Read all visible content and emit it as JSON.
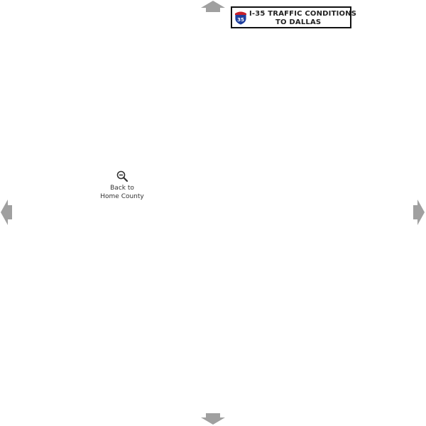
{
  "banner": {
    "interstate_number": "35",
    "title_line1": "I-35 TRAFFIC CONDITIONS",
    "title_line2": "TO DALLAS"
  },
  "zoom_link": {
    "line1": "Back to",
    "line2": "Home County"
  },
  "colors": {
    "arrow": "#a0a0a0",
    "shield_blue": "#1f3f9e",
    "shield_red": "#c8202a",
    "banner_border": "#111111"
  }
}
